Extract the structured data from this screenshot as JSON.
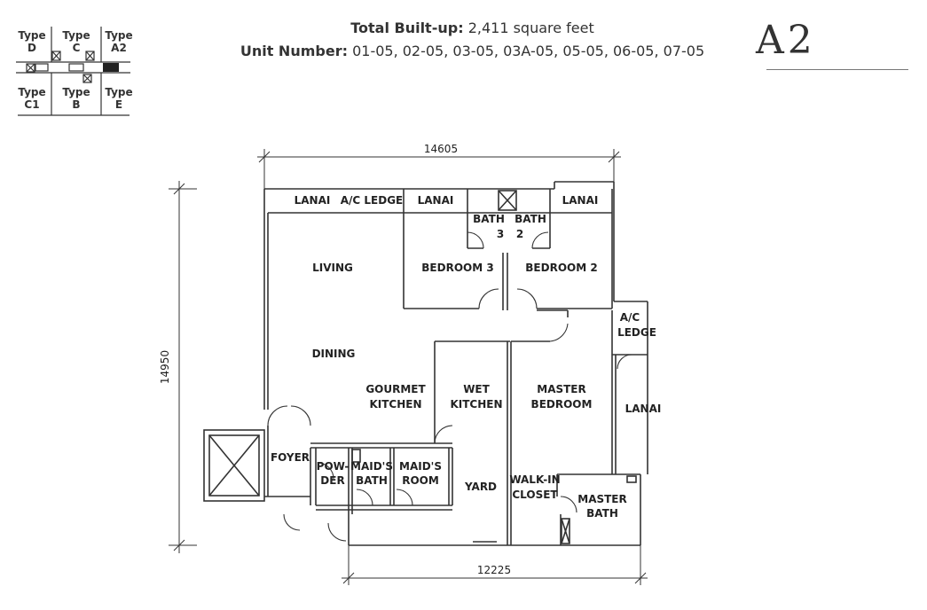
{
  "header": {
    "built_up_label": "Total Built-up:",
    "built_up_value": "2,411 square feet",
    "unit_number_label": "Unit Number:",
    "unit_number_value": "01-05, 02-05, 03-05, 03A-05, 05-05, 06-05, 07-05",
    "unit_type": "A2"
  },
  "key_plan": {
    "types": [
      {
        "l1": "Type",
        "l2": "D"
      },
      {
        "l1": "Type",
        "l2": "C"
      },
      {
        "l1": "Type",
        "l2": "A2"
      },
      {
        "l1": "Type",
        "l2": "C1"
      },
      {
        "l1": "Type",
        "l2": "B"
      },
      {
        "l1": "Type",
        "l2": "E"
      }
    ]
  },
  "dimensions": {
    "top_width": "14605",
    "left_height": "14950",
    "bottom_width": "12225"
  },
  "rooms": {
    "lanai_1": "LANAI",
    "ac_ledge_1": "A/C LEDGE",
    "lanai_2": "LANAI",
    "bath_3_l1": "BATH",
    "bath_3_l2": "3",
    "bath_2_l1": "BATH",
    "bath_2_l2": "2",
    "lanai_3": "LANAI",
    "living": "LIVING",
    "bedroom_3": "BEDROOM 3",
    "bedroom_2": "BEDROOM 2",
    "ac_ledge_2_l1": "A/C",
    "ac_ledge_2_l2": "LEDGE",
    "dining": "DINING",
    "gourmet_kitchen_l1": "GOURMET",
    "gourmet_kitchen_l2": "KITCHEN",
    "wet_kitchen_l1": "WET",
    "wet_kitchen_l2": "KITCHEN",
    "master_bedroom_l1": "MASTER",
    "master_bedroom_l2": "BEDROOM",
    "lanai_4": "LANAI",
    "foyer": "FOYER",
    "powder_l1": "POW-",
    "powder_l2": "DER",
    "maids_bath_l1": "MAID'S",
    "maids_bath_l2": "BATH",
    "maids_room_l1": "MAID'S",
    "maids_room_l2": "ROOM",
    "yard": "YARD",
    "walk_in_closet_l1": "WALK-IN",
    "walk_in_closet_l2": "CLOSET",
    "master_bath_l1": "MASTER",
    "master_bath_l2": "BATH"
  }
}
